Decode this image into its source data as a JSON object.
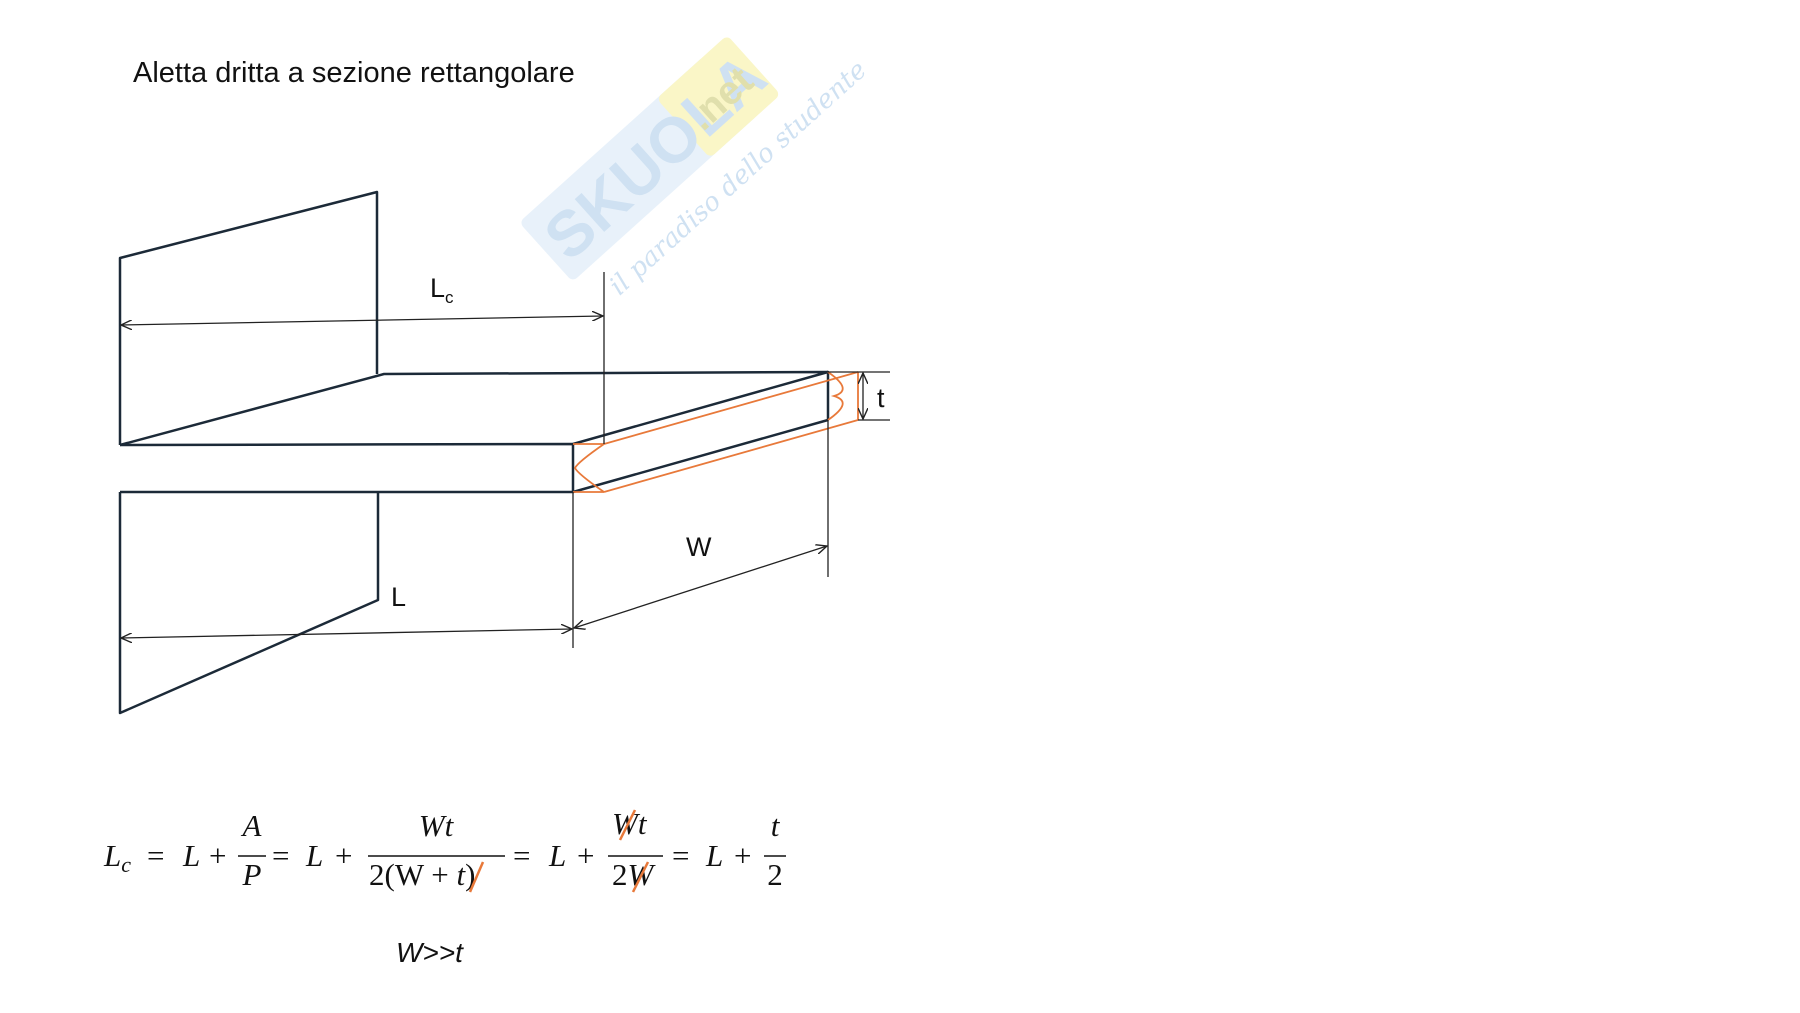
{
  "title": "Aletta dritta a sezione rettangolare",
  "watermark": {
    "brand": "SKUOLA.net",
    "brand_main": "SKUOLA",
    "brand_tld": ".net",
    "tagline": "il paradiso dello studente"
  },
  "labels": {
    "lc_main": "L",
    "lc_sub": "c",
    "t": "t",
    "w": "W",
    "l": "L"
  },
  "equation": {
    "lhs_main": "L",
    "lhs_sub": "c",
    "eq": "=",
    "plus": "+",
    "L": "L",
    "f1_num": "A",
    "f1_den": "P",
    "f2_num": "Wt",
    "f2_den_a": "2(W + ",
    "f2_den_t": "t",
    "f2_den_b": ")",
    "f3_num_w": "W",
    "f3_num_t": "t",
    "f3_den_2": "2",
    "f3_den_w": "W",
    "f4_num": "t",
    "f4_den": "2"
  },
  "condition": "W>>t",
  "colors": {
    "outline": "#1c2a38",
    "accent": "#e8793a",
    "dimension": "#222222",
    "watermark_blue": "#bcd7ef",
    "watermark_yellow": "#f6ef9a"
  }
}
